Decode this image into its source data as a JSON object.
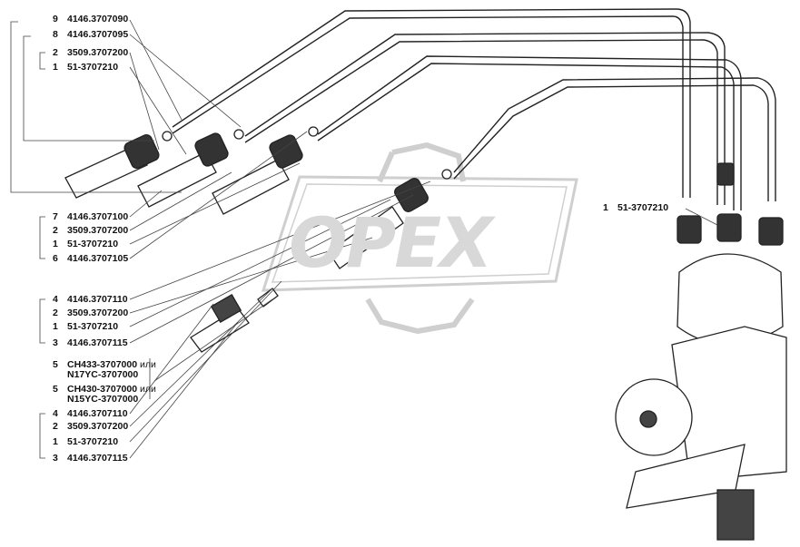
{
  "watermark": {
    "text": "OPEX"
  },
  "callouts": [
    {
      "index": "9",
      "part": "4146.3707090"
    },
    {
      "index": "8",
      "part": "4146.3707095"
    },
    {
      "index": "2",
      "part": "3509.3707200"
    },
    {
      "index": "1",
      "part": "51-3707210"
    },
    {
      "index": "7",
      "part": "4146.3707100"
    },
    {
      "index": "2",
      "part": "3509.3707200"
    },
    {
      "index": "1",
      "part": "51-3707210"
    },
    {
      "index": "6",
      "part": "4146.3707105"
    },
    {
      "index": "4",
      "part": "4146.3707110"
    },
    {
      "index": "2",
      "part": "3509.3707200"
    },
    {
      "index": "1",
      "part": "51-3707210"
    },
    {
      "index": "3",
      "part": "4146.3707115"
    },
    {
      "index": "5",
      "part": "СН433-3707000",
      "suffix": " или",
      "line2": "N17YC-3707000"
    },
    {
      "index": "5",
      "part": "СН430-3707000",
      "suffix": " или",
      "line2": "N15YC-3707000"
    },
    {
      "index": "4",
      "part": "4146.3707110"
    },
    {
      "index": "2",
      "part": "3509.3707200"
    },
    {
      "index": "1",
      "part": "51-3707210"
    },
    {
      "index": "3",
      "part": "4146.3707115"
    },
    {
      "index": "1",
      "part": "51-3707210"
    }
  ]
}
